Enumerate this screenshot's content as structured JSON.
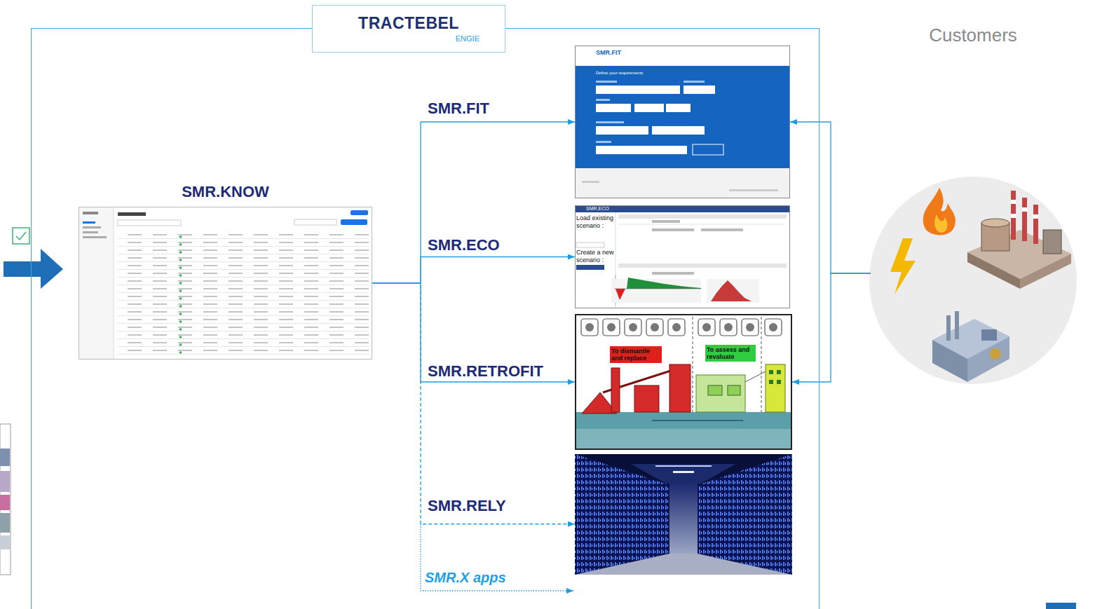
{
  "diagram": {
    "nodes": [
      {
        "text": [
          "TRACTEBEL",
          "ENGIE"
        ]
      },
      {
        "text": [
          "SMR.KNOW"
        ],
        "in": 0
      },
      {
        "text": [
          "SMR.FIT"
        ],
        "in": 0
      },
      {
        "text": [
          "SMR.ECO"
        ],
        "in": 0
      },
      {
        "text": [
          "SMR.RETROFIT"
        ],
        "in": 0
      },
      {
        "text": [
          "SMR.RELY"
        ],
        "in": 0
      },
      {
        "text": [
          "Customers"
        ]
      }
    ],
    "edges": [
      {
        "from": 1,
        "to": 2,
        "arrow": "to"
      },
      {
        "from": 1,
        "to": 3,
        "arrow": "to"
      },
      {
        "from": 1,
        "to": 4,
        "arrow": "to"
      },
      {
        "from": 1,
        "to": 5,
        "arrow": "to"
      },
      {
        "from": 6,
        "to": 2,
        "arrow": "to"
      },
      {
        "from": 6,
        "to": 4,
        "arrow": "to"
      }
    ],
    "labels": [
      "SMR.FIT",
      "Define your requirements",
      "SMR.ECO",
      "Load existing scenario :",
      "Create a new scenario :",
      "To dismantle and replace",
      "To assess and revaluate",
      "SMR.X apps"
    ]
  }
}
